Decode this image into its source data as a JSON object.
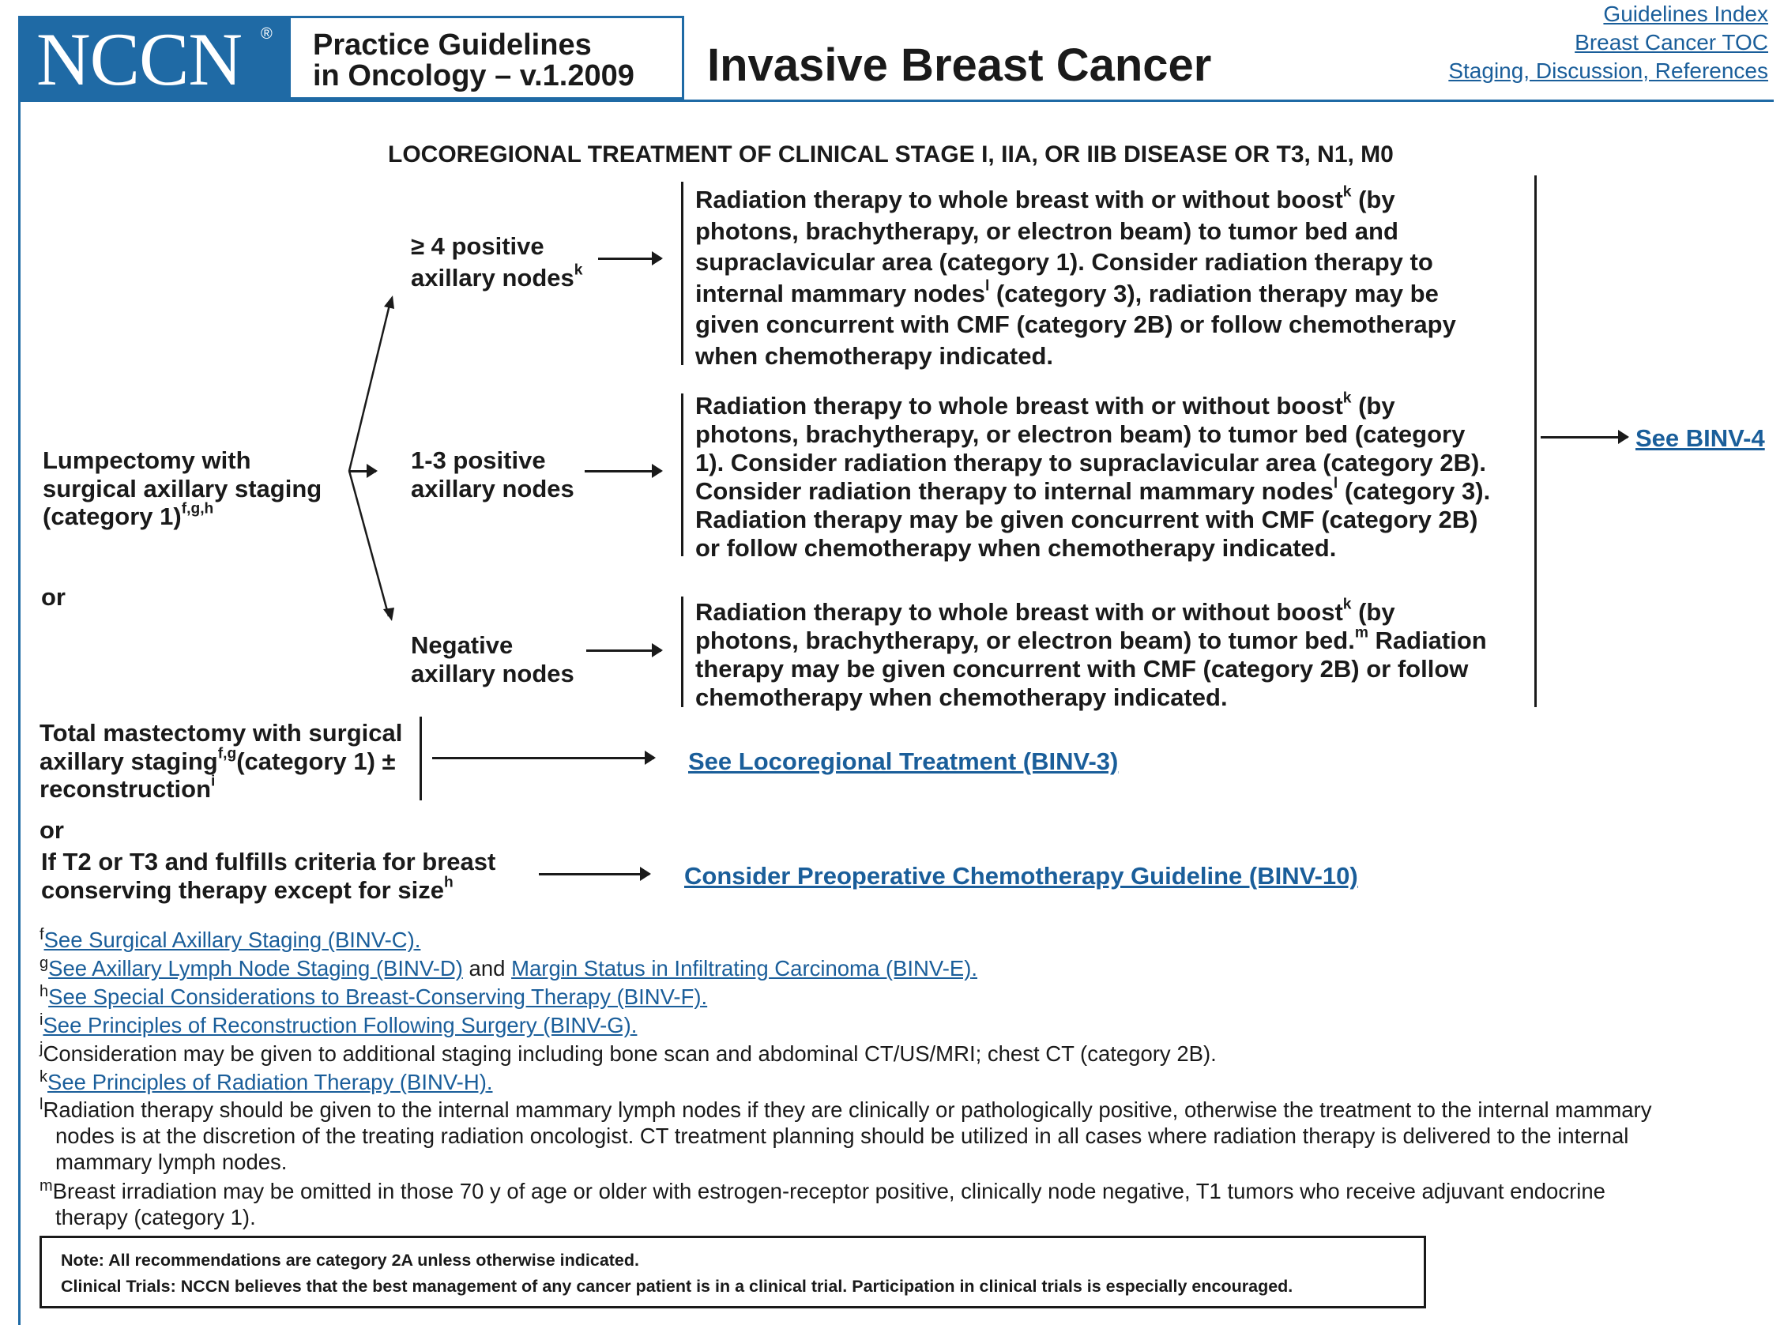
{
  "header": {
    "logo": "NCCN",
    "logo_mark": "®",
    "guidelines_line1": "Practice Guidelines",
    "guidelines_line2": "in Oncology – v.1.2009",
    "title": "Invasive Breast Cancer",
    "nav_links": [
      "Guidelines Index",
      "Breast Cancer TOC",
      "Staging, Discussion, References"
    ]
  },
  "section_title": "LOCOREGIONAL TREATMENT OF CLINICAL STAGE I, IIA, OR IIB DISEASE OR T3, N1, M0",
  "lumpectomy": {
    "line1": "Lumpectomy with",
    "line2": "surgical axillary staging",
    "line3": "(category 1)",
    "sup": "f,g,h"
  },
  "or": "or",
  "nodes_4plus": {
    "line1": "≥ 4 positive",
    "line2": "axillary nodes",
    "sup": "k"
  },
  "nodes_1to3": {
    "line1": "1-3 positive",
    "line2": "axillary nodes"
  },
  "nodes_negative": {
    "line1": "Negative",
    "line2": "axillary nodes"
  },
  "box_4plus": {
    "l1a": "Radiation therapy to whole breast with or without boost",
    "l1sup": "k",
    "l1b": " (by",
    "l2": "photons, brachytherapy, or electron beam) to tumor bed and",
    "l3": "supraclavicular area (category 1). Consider radiation therapy to",
    "l4a": "internal mammary nodes",
    "l4sup": "l",
    "l4b": " (category 3), radiation therapy may be",
    "l5": "given concurrent with CMF (category 2B) or follow chemotherapy",
    "l6": "when chemotherapy indicated."
  },
  "box_1to3": {
    "l1a": "Radiation therapy to whole breast with or without boost",
    "l1sup": "k",
    "l1b": " (by",
    "l2": "photons, brachytherapy, or electron beam) to tumor bed (category",
    "l3": "1). Consider radiation therapy to supraclavicular area (category 2B).",
    "l4a": "Consider radiation therapy to internal mammary nodes",
    "l4sup": "l",
    "l4b": " (category 3).",
    "l5": "Radiation therapy may be given concurrent with CMF (category 2B)",
    "l6": "or follow chemotherapy when chemotherapy indicated."
  },
  "box_negative": {
    "l1a": "Radiation therapy to whole breast with or without boost",
    "l1sup": "k",
    "l1b": " (by",
    "l2a": "photons, brachytherapy, or electron beam) to tumor bed.",
    "l2sup": "m",
    "l2b": " Radiation",
    "l3": "therapy may be given concurrent with CMF (category 2B) or follow",
    "l4": "chemotherapy when chemotherapy indicated."
  },
  "see_binv4": "See BINV-4",
  "mastectomy": {
    "line1": "Total mastectomy with surgical",
    "line2a": "axillary staging",
    "line2sup": "f,g",
    "line2b": "(category 1) ±",
    "line3": "reconstruction",
    "line3sup": "i"
  },
  "see_locoregional": "See Locoregional Treatment (BINV-3)",
  "or2": "or",
  "t2t3": {
    "line1": "If T2 or T3 and fulfills criteria for breast",
    "line2": "conserving therapy except for size",
    "sup": "h"
  },
  "see_preop": "Consider Preoperative Chemotherapy Guideline (BINV-10)",
  "footnotes": {
    "f": {
      "letter": "f",
      "link": "See Surgical Axillary Staging (BINV-C)",
      "tail": "."
    },
    "g": {
      "letter": "g",
      "link1": "See Axillary Lymph Node Staging (BINV-D)",
      "mid": " and ",
      "link2": "Margin Status in Infiltrating Carcinoma (BINV-E)",
      "tail": "."
    },
    "h": {
      "letter": "h",
      "link": "See Special Considerations to Breast-Conserving Therapy (BINV-F)",
      "tail": "."
    },
    "i": {
      "letter": "i",
      "link": "See Principles of Reconstruction Following Surgery (BINV-G)",
      "tail": "."
    },
    "j": {
      "letter": "j",
      "text": "Consideration may be given to additional staging including bone scan and abdominal CT/US/MRI; chest CT (category 2B)."
    },
    "k": {
      "letter": "k",
      "link": "See Principles of Radiation Therapy (BINV-H)",
      "tail": "."
    },
    "l": {
      "letter": "l",
      "line1": "Radiation therapy should be given to the internal mammary lymph nodes if they are clinically or pathologically positive, otherwise the treatment to the internal mammary",
      "line2": "nodes is at the discretion of the treating radiation oncologist. CT treatment planning should be utilized in all cases where radiation therapy is delivered to the internal",
      "line3": "mammary lymph nodes."
    },
    "m": {
      "letter": "m",
      "line1": "Breast irradiation may be omitted in those 70 y of age or older with estrogen-receptor positive, clinically node negative, T1 tumors who receive adjuvant endocrine",
      "line2": "therapy (category 1)."
    }
  },
  "note": {
    "line1": "Note:  All recommendations are category 2A unless otherwise indicated.",
    "line2": "Clinical Trials: NCCN believes that the best management of any cancer patient is in a clinical trial.  Participation in clinical trials is especially encouraged."
  },
  "colors": {
    "brand_blue": "#1f6aa5",
    "link_blue": "#1a5e9a",
    "text": "#1a1a1a"
  }
}
